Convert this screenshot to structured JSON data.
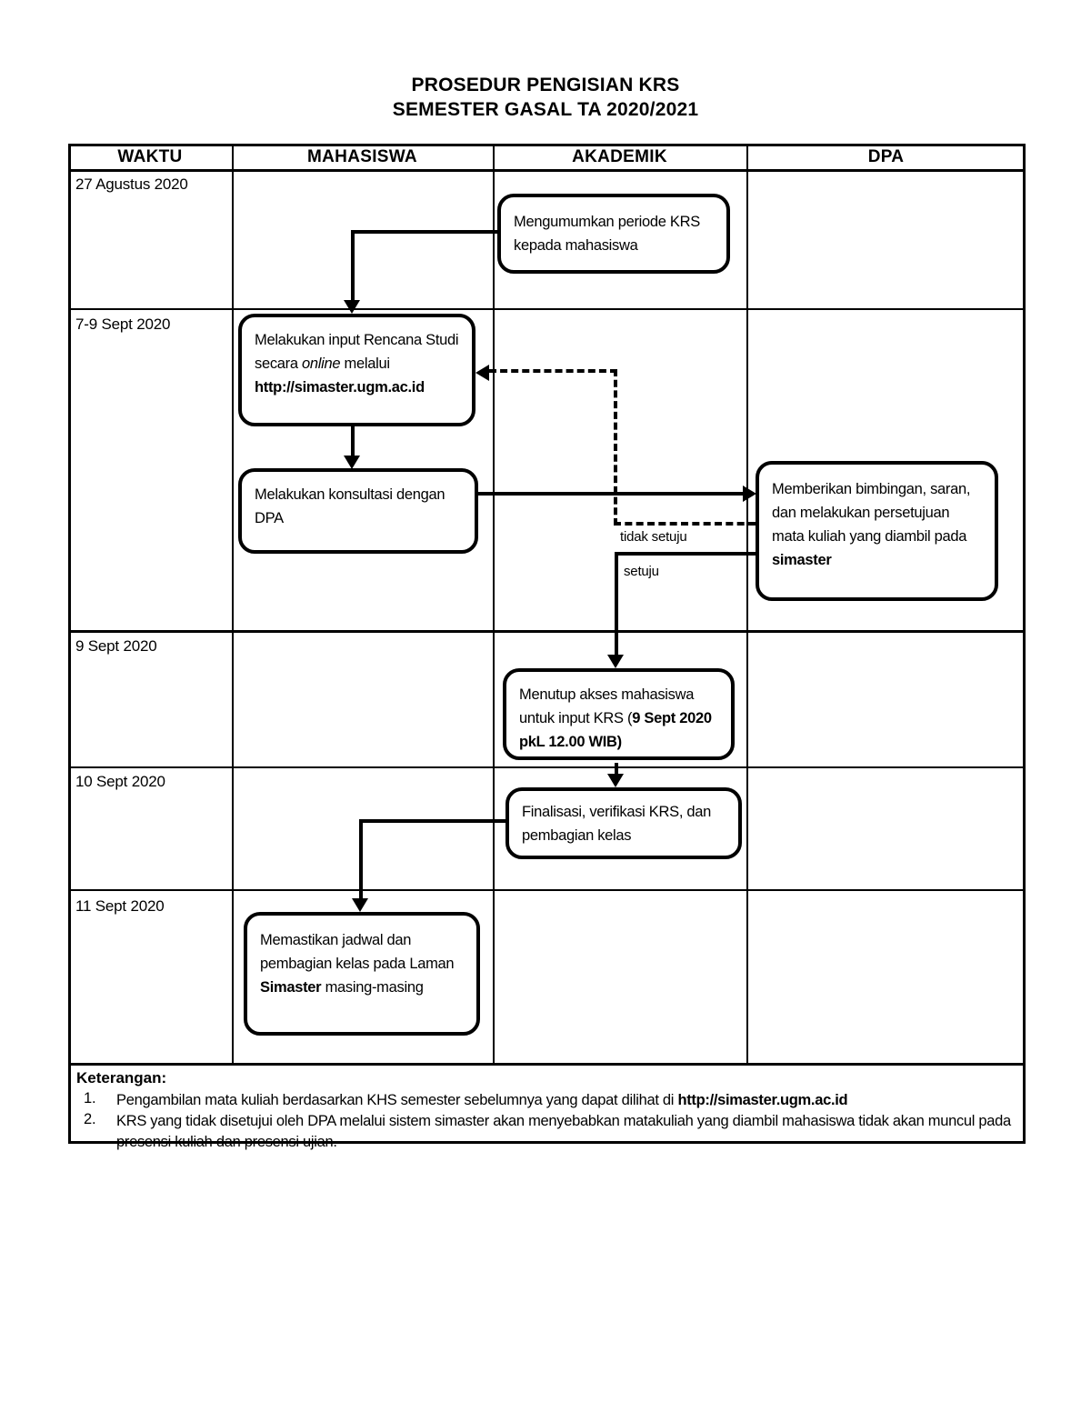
{
  "title": {
    "line1": "PROSEDUR PENGISIAN KRS",
    "line2": "SEMESTER GASAL TA 2020/2021"
  },
  "columns": {
    "waktu": "WAKTU",
    "mahasiswa": "MAHASISWA",
    "akademik": "AKADEMIK",
    "dpa": "DPA"
  },
  "rows": {
    "r1": "27 Agustus 2020",
    "r2": "7-9 Sept 2020",
    "r3": "9 Sept 2020",
    "r4": "10 Sept 2020",
    "r5": "11 Sept 2020"
  },
  "boxes": {
    "announce": {
      "text": "Mengumumkan periode KRS kepada mahasiswa"
    },
    "input": {
      "t1": "Melakukan input Rencana Studi secara ",
      "t2": "online",
      "t3": " melalui ",
      "t4": "http://simaster.ugm.ac.id"
    },
    "konsultasi": {
      "text": "Melakukan konsultasi dengan DPA"
    },
    "dpa": {
      "t1": "Memberikan bimbingan, saran, dan melakukan persetujuan mata kuliah yang diambil pada ",
      "t2": "simaster"
    },
    "close": {
      "t1": "Menutup akses mahasiswa untuk input KRS (",
      "t2": "9 Sept 2020 pkL 12.00 WIB",
      "t3": ")"
    },
    "final": {
      "text": "Finalisasi, verifikasi KRS, dan pembagian kelas"
    },
    "ensure": {
      "t1": "Memastikan jadwal dan pembagian kelas pada Laman ",
      "t2": "Simaster",
      "t3": " masing-masing"
    }
  },
  "edges": {
    "tidak_setuju": "tidak setuju",
    "setuju": "setuju"
  },
  "keterangan": {
    "heading": "Keterangan:",
    "items": [
      {
        "num": "1.",
        "t1": "Pengambilan mata kuliah berdasarkan KHS semester sebelumnya yang dapat dilihat di ",
        "t2": "http://simaster.ugm.ac.id"
      },
      {
        "num": "2.",
        "t1": "KRS yang tidak disetujui oleh DPA melalui sistem simaster akan menyebabkan matakuliah yang diambil mahasiswa tidak akan muncul pada presensi kuliah dan presensi ujian.",
        "t2": ""
      }
    ]
  }
}
